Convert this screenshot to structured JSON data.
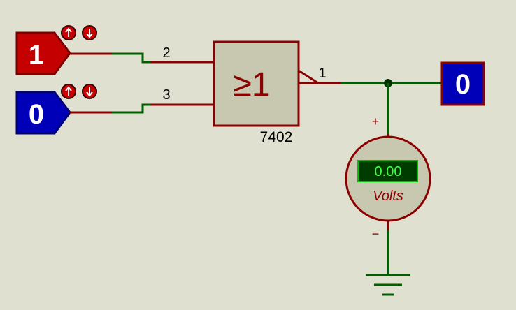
{
  "inputs": [
    {
      "state": "1",
      "color": "#c40000",
      "buttons": [
        "up-arrow-icon",
        "down-arrow-icon"
      ]
    },
    {
      "state": "0",
      "color": "#0000b8",
      "buttons": [
        "up-arrow-icon",
        "down-arrow-icon"
      ]
    }
  ],
  "gate": {
    "symbol": "≥1",
    "part": "7402",
    "pins": {
      "in_a": "2",
      "in_b": "3",
      "out": "1"
    }
  },
  "output_probe": {
    "state": "0",
    "color": "#0000b8"
  },
  "voltmeter": {
    "reading": "0.00",
    "unit": "Volts",
    "plus": "+",
    "minus": "−"
  },
  "colors": {
    "background": "#e0e0d0",
    "wire_red": "#8b0000",
    "wire_green": "#006000",
    "component_fill": "#c8c8b0",
    "component_border": "#8b0000"
  }
}
